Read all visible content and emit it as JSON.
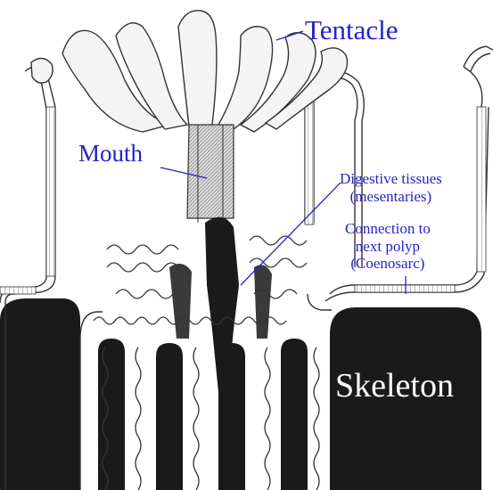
{
  "labels": {
    "tentacle": "Tentacle",
    "mouth": "Mouth",
    "digestive_line1": "Digestive tissues",
    "digestive_line2": "(mesentaries)",
    "connection_line1": "Connection to",
    "connection_line2": "next polyp",
    "connection_line3": "(Coenosarc)",
    "skeleton": "Skeleton"
  },
  "colors": {
    "label_text": "#2424c8",
    "skeleton": "#1a1a1a",
    "tissue_outline": "#333333",
    "skeleton_label": "#ffffff"
  }
}
